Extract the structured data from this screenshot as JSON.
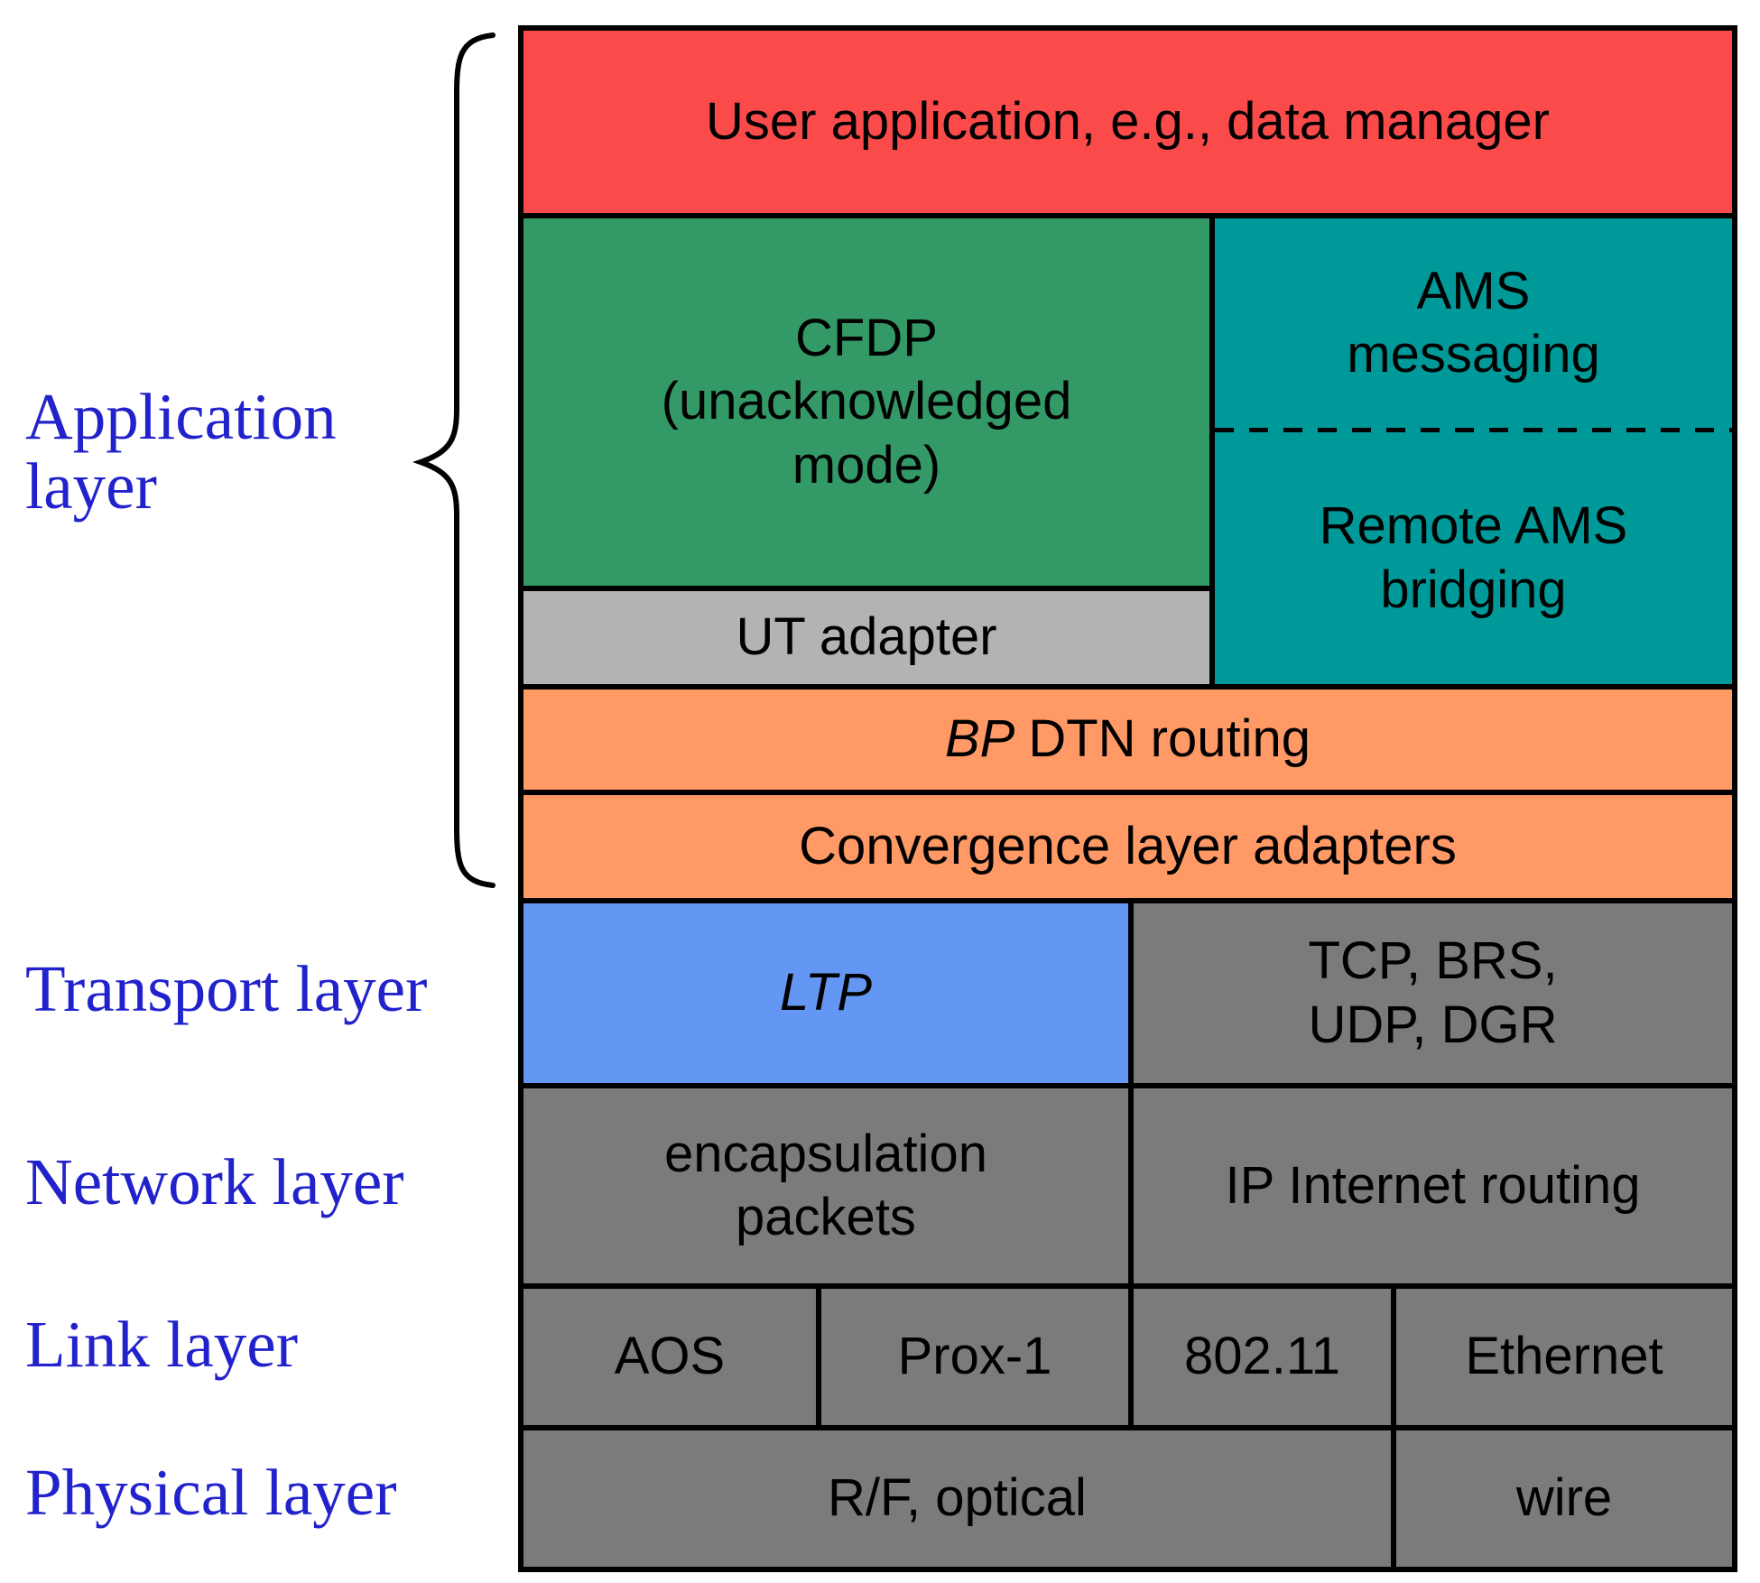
{
  "diagram": {
    "left_labels": {
      "application": "Application\nlayer",
      "transport": "Transport layer",
      "network": "Network layer",
      "link": "Link layer",
      "physical": "Physical layer"
    },
    "boxes": {
      "user_app": "User application, e.g., data manager",
      "cfdp": "CFDP\n(unacknowledged\nmode)",
      "ut_adapter": "UT adapter",
      "ams_messaging": "AMS\nmessaging",
      "remote_ams_bridging": "Remote AMS\nbridging",
      "bp_italic": "BP",
      "bp_rest": "DTN routing",
      "convergence": "Convergence layer adapters",
      "ltp": "LTP",
      "tcp_group": "TCP, BRS,\nUDP, DGR",
      "encapsulation": "encapsulation\npackets",
      "ip_routing": "IP Internet routing",
      "aos": "AOS",
      "prox1": "Prox-1",
      "ieee80211": "802.11",
      "ethernet": "Ethernet",
      "rf_optical": "R/F, optical",
      "wire": "wire"
    },
    "colors": {
      "user_app_red": "#fb4a4a",
      "cfdp_green": "#339966",
      "ams_teal": "#009999",
      "ut_adapter_gray": "#b3b3b3",
      "bundle_orange": "#ff9966",
      "ltp_blue": "#6497f3",
      "internet_gray": "#7b7b7b",
      "side_label_blue": "#2222cc",
      "border_black": "#000000"
    }
  }
}
